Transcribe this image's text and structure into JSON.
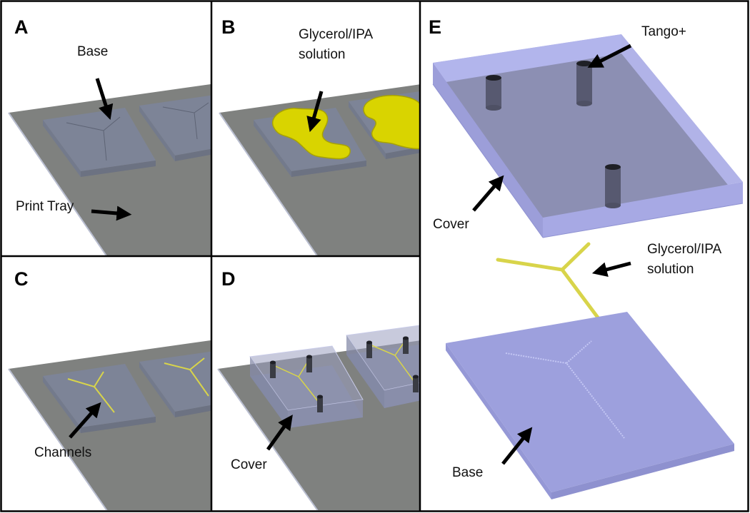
{
  "panels": {
    "a": {
      "letter": "A",
      "base_label": "Base",
      "tray_label": "Print Tray"
    },
    "b": {
      "letter": "B",
      "solution_line1": "Glycerol/IPA",
      "solution_line2": "solution"
    },
    "c": {
      "letter": "C",
      "channels_label": "Channels"
    },
    "d": {
      "letter": "D",
      "cover_label": "Cover"
    },
    "e": {
      "letter": "E",
      "tango_label": "Tango+",
      "cover_label": "Cover",
      "solution_line1": "Glycerol/IPA",
      "solution_line2": "solution",
      "base_label": "Base"
    }
  },
  "colors": {
    "tray": "#7f817f",
    "base_slab": "#7d8497",
    "solution_yellow": "#d9d400",
    "channel_yellow": "#d8d44a",
    "cover_lavender": "#a9abe6",
    "border": "#000000"
  }
}
